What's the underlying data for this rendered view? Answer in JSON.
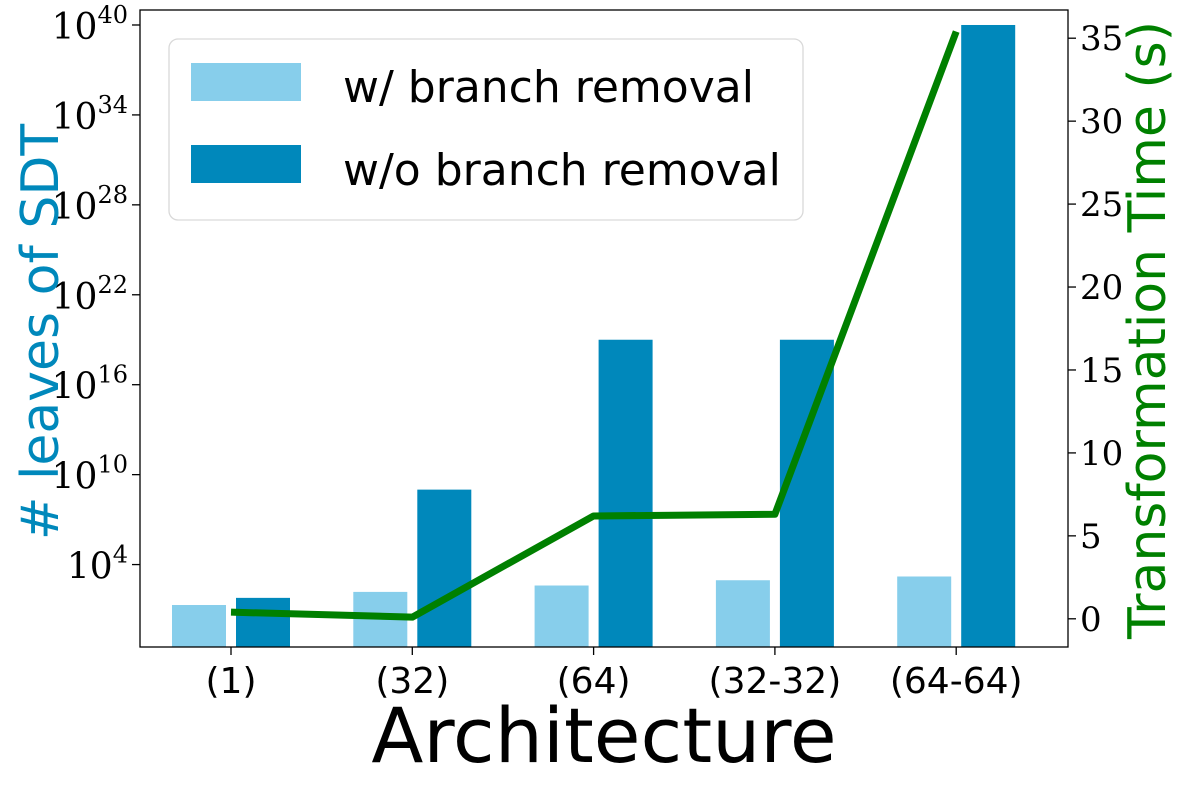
{
  "chart_data": {
    "type": "bar",
    "categories": [
      "(1)",
      "(32)",
      "(64)",
      "(32-32)",
      "(64-64)"
    ],
    "xlabel": "Architecture",
    "ylabel_left": "# leaves of SDT",
    "ylabel_right": "Transformation Time (s)",
    "left_axis": {
      "scale": "log",
      "ylim_exponent": [
        -1.5,
        41
      ],
      "tick_exponents": [
        4,
        10,
        16,
        22,
        28,
        34,
        40
      ],
      "tick_base": "10"
    },
    "right_axis": {
      "scale": "linear",
      "ylim": [
        -1.7,
        36.7
      ],
      "ticks": [
        0,
        5,
        10,
        15,
        20,
        25,
        30,
        35
      ]
    },
    "series": [
      {
        "name": "w/ branch removal",
        "kind": "bar",
        "axis": "left",
        "color": "#87CEEB",
        "values": [
          20,
          150,
          400,
          900,
          1600
        ]
      },
      {
        "name": "w/o branch removal",
        "kind": "bar",
        "axis": "left",
        "color": "#0088BB",
        "values": [
          60,
          1000000000.0,
          1e+19,
          1e+19,
          1e+40
        ]
      },
      {
        "kind": "line",
        "axis": "right",
        "color": "#008000",
        "values": [
          0.4,
          0.1,
          6.2,
          6.3,
          35.4
        ]
      }
    ],
    "legend": {
      "placement": "top-left"
    },
    "colors": {
      "left_label": "#0088BB",
      "right_label": "#008000",
      "axis": "#000000"
    },
    "grid": false
  }
}
